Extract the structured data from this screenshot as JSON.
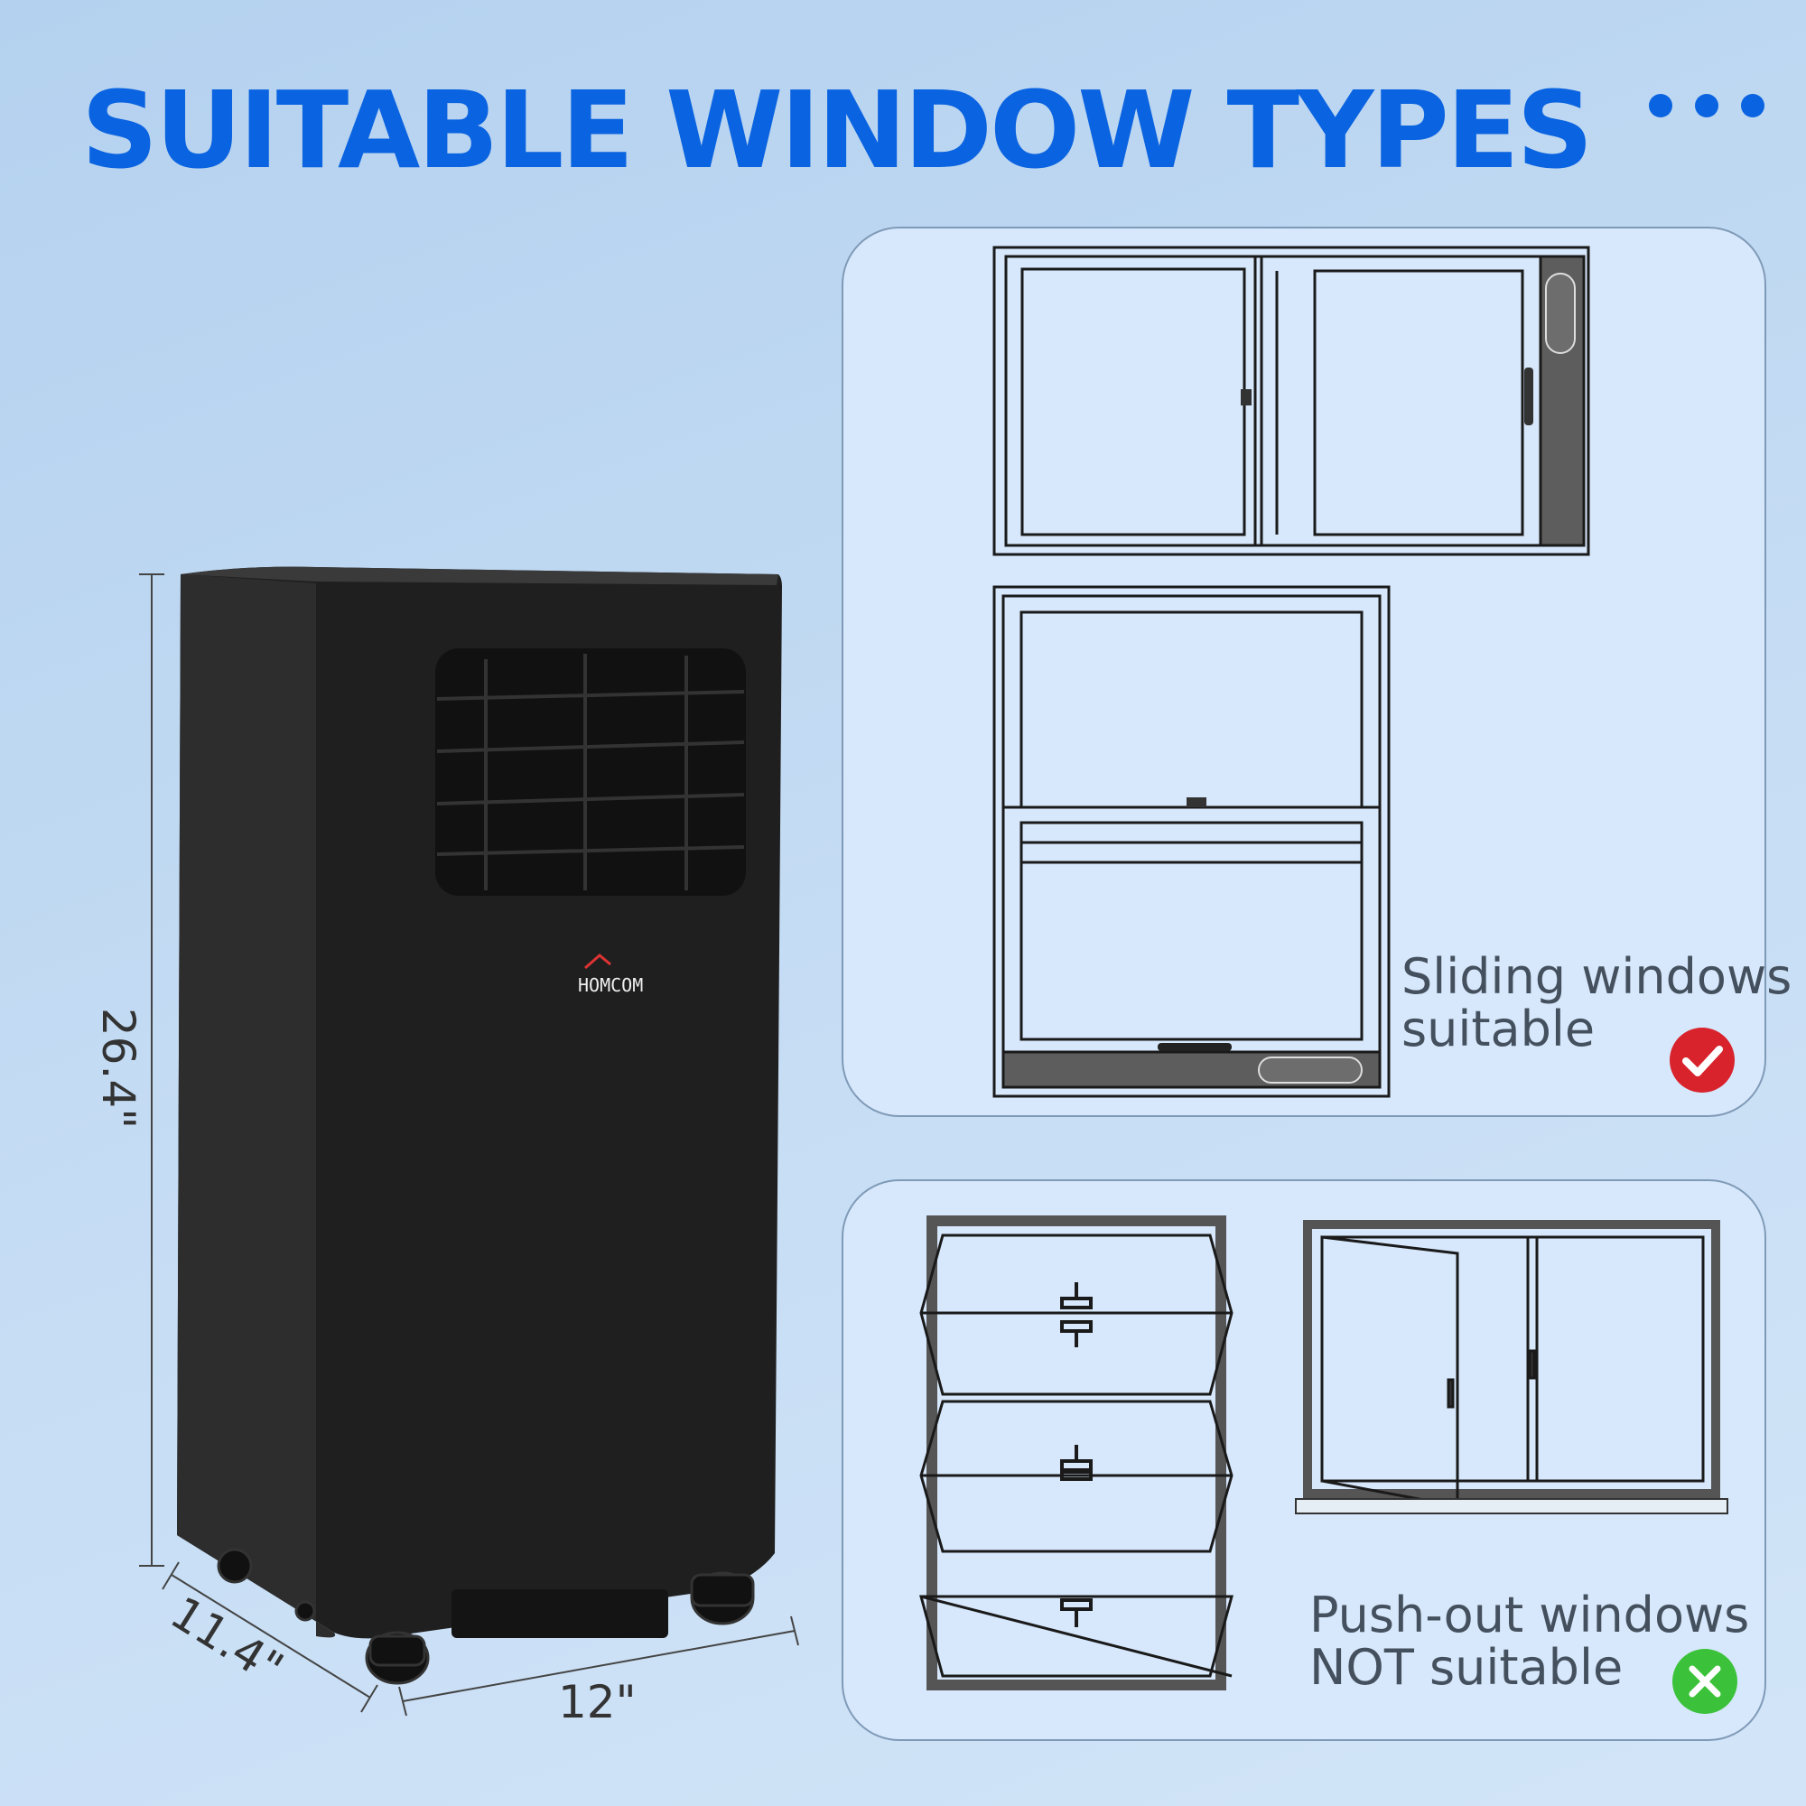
{
  "header": {
    "title": "SUITABLE WINDOW TYPES"
  },
  "icons": {
    "more": "more-dots-icon",
    "check": "check-icon",
    "cross": "close-icon"
  },
  "colors": {
    "title": "#0a63e0",
    "suitable_badge": "#d8232c",
    "not_suitable_badge": "#3cc23a",
    "product": "#1e1e1e"
  },
  "product": {
    "brand": "HOMCOM",
    "dimensions": {
      "height": "26.4\"",
      "depth": "11.4\"",
      "width": "12\""
    }
  },
  "panels": [
    {
      "caption_line1": "Sliding windows",
      "caption_line2": "suitable",
      "status": "suitable"
    },
    {
      "caption_line1": "Push-out windows",
      "caption_line2": "NOT suitable",
      "status": "not-suitable"
    }
  ]
}
